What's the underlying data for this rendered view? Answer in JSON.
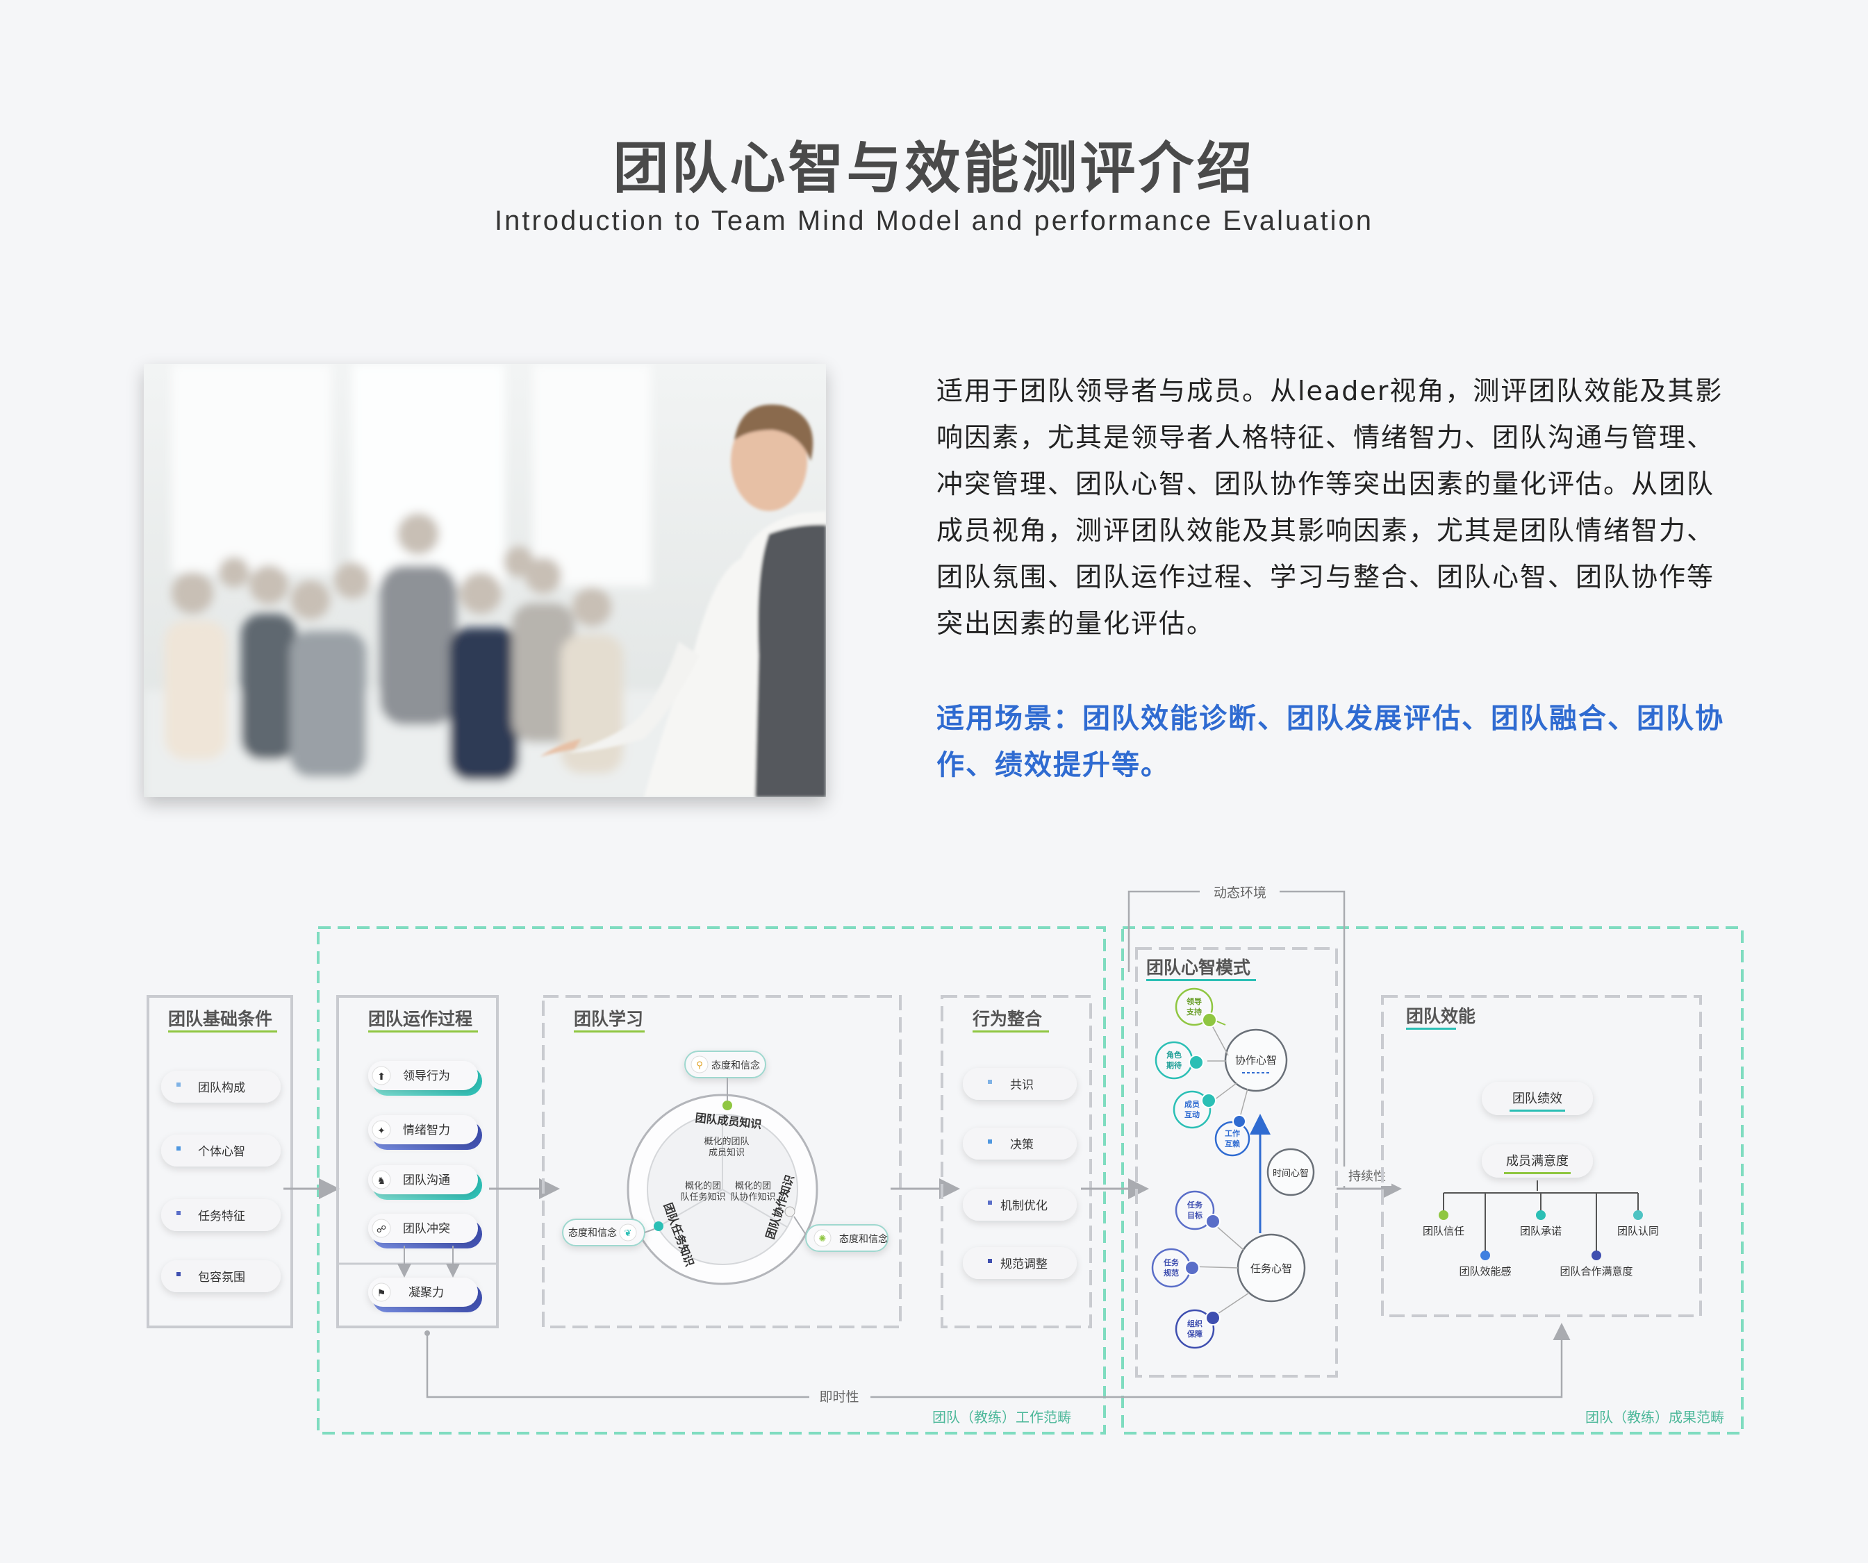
{
  "header": {
    "title": "团队心智与效能测评介绍",
    "subtitle": "Introduction to Team Mind Model and performance Evaluation"
  },
  "intro": {
    "paragraph": "适用于团队领导者与成员。从leader视角，测评团队效能及其影响因素，尤其是领导者人格特征、情绪智力、团队沟通与管理、冲突管理、团队心智、团队协作等突出因素的量化评估。从团队成员视角，测评团队效能及其影响因素，尤其是团队情绪智力、团队氛围、团队运作过程、学习与整合、团队心智、团队协作等突出因素的量化评估。",
    "scenarios": "适用场景：团队效能诊断、团队发展评估、团队融合、团队协作、绩效提升等。"
  },
  "colors": {
    "accent_blue": "#2f6bd1",
    "mint_dash": "#7fdcc0",
    "box_gray": "#c9cbd0",
    "deep_blue": "#3f4fb0",
    "teal": "#2bbfb5",
    "green": "#8fc641"
  },
  "diagram": {
    "dynamic_env": "动态环境",
    "sustainability": "持续性",
    "immediacy": "即时性",
    "work_scope": "团队（教练）工作范畴",
    "result_scope": "团队（教练）成果范畴",
    "foundation": {
      "title": "团队基础条件",
      "items": [
        "团队构成",
        "个体心智",
        "任务特征",
        "包容氛围"
      ]
    },
    "process": {
      "title": "团队运作过程",
      "items": [
        "领导行为",
        "情绪智力",
        "团队沟通",
        "团队冲突",
        "凝聚力"
      ]
    },
    "learning": {
      "title": "团队学习",
      "attitude_top": "态度和信念",
      "attitude_left": "态度和信念",
      "attitude_right": "态度和信念",
      "ring_top": "团队成员知识",
      "ring_left": "团队任务知识",
      "ring_right": "团队协作知识",
      "inner_top": [
        "概化的团队",
        "成员知识"
      ],
      "inner_left": [
        "概化的团",
        "队任务知识"
      ],
      "inner_right": [
        "概化的团",
        "队协作知识"
      ]
    },
    "integration": {
      "title": "行为整合",
      "items": [
        "共识",
        "决策",
        "机制优化",
        "规范调整"
      ]
    },
    "mind": {
      "title": "团队心智模式",
      "collab": "协作心智",
      "task": "任务心智",
      "time": "时间心智",
      "top_nodes": [
        [
          "领导",
          "支持"
        ],
        [
          "角色",
          "期待"
        ],
        [
          "成员",
          "互动"
        ],
        [
          "工作",
          "互赖"
        ]
      ],
      "bottom_nodes": [
        [
          "任务",
          "目标"
        ],
        [
          "任务",
          "规范"
        ],
        [
          "组织",
          "保障"
        ]
      ]
    },
    "efficacy": {
      "title": "团队效能",
      "performance": "团队绩效",
      "satisfaction": "成员满意度",
      "leaves": [
        "团队信任",
        "团队效能感",
        "团队承诺",
        "团队合作满意度",
        "团队认同"
      ]
    }
  }
}
